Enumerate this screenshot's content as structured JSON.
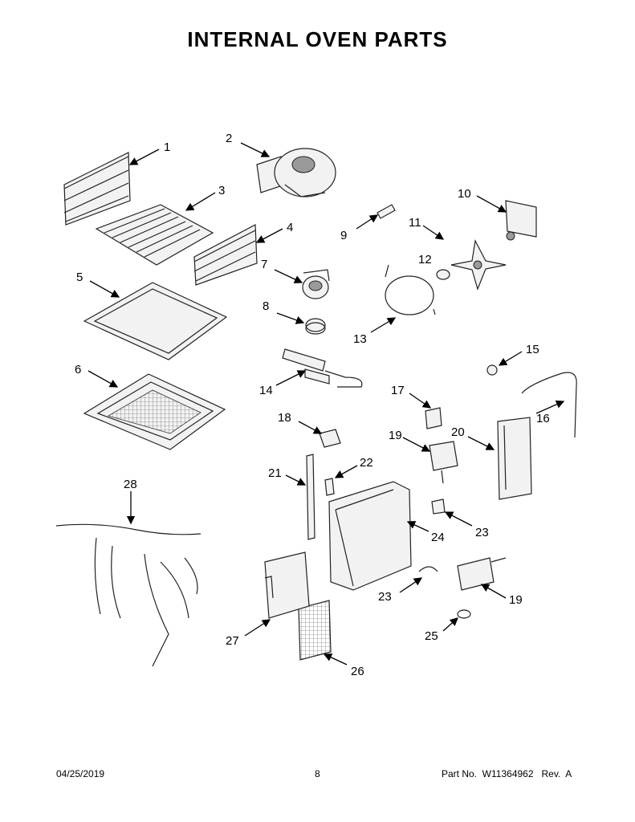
{
  "title": "INTERNAL OVEN PARTS",
  "footer": {
    "date": "04/25/2019",
    "page": "8",
    "part_no": "Part No.  W11364962   Rev.  A"
  },
  "callouts": [
    "1",
    "2",
    "3",
    "4",
    "5",
    "6",
    "7",
    "8",
    "9",
    "10",
    "11",
    "12",
    "13",
    "14",
    "15",
    "16",
    "17",
    "18",
    "19",
    "20",
    "21",
    "22",
    "23",
    "24",
    "19",
    "23",
    "25",
    "26",
    "27",
    "28"
  ]
}
